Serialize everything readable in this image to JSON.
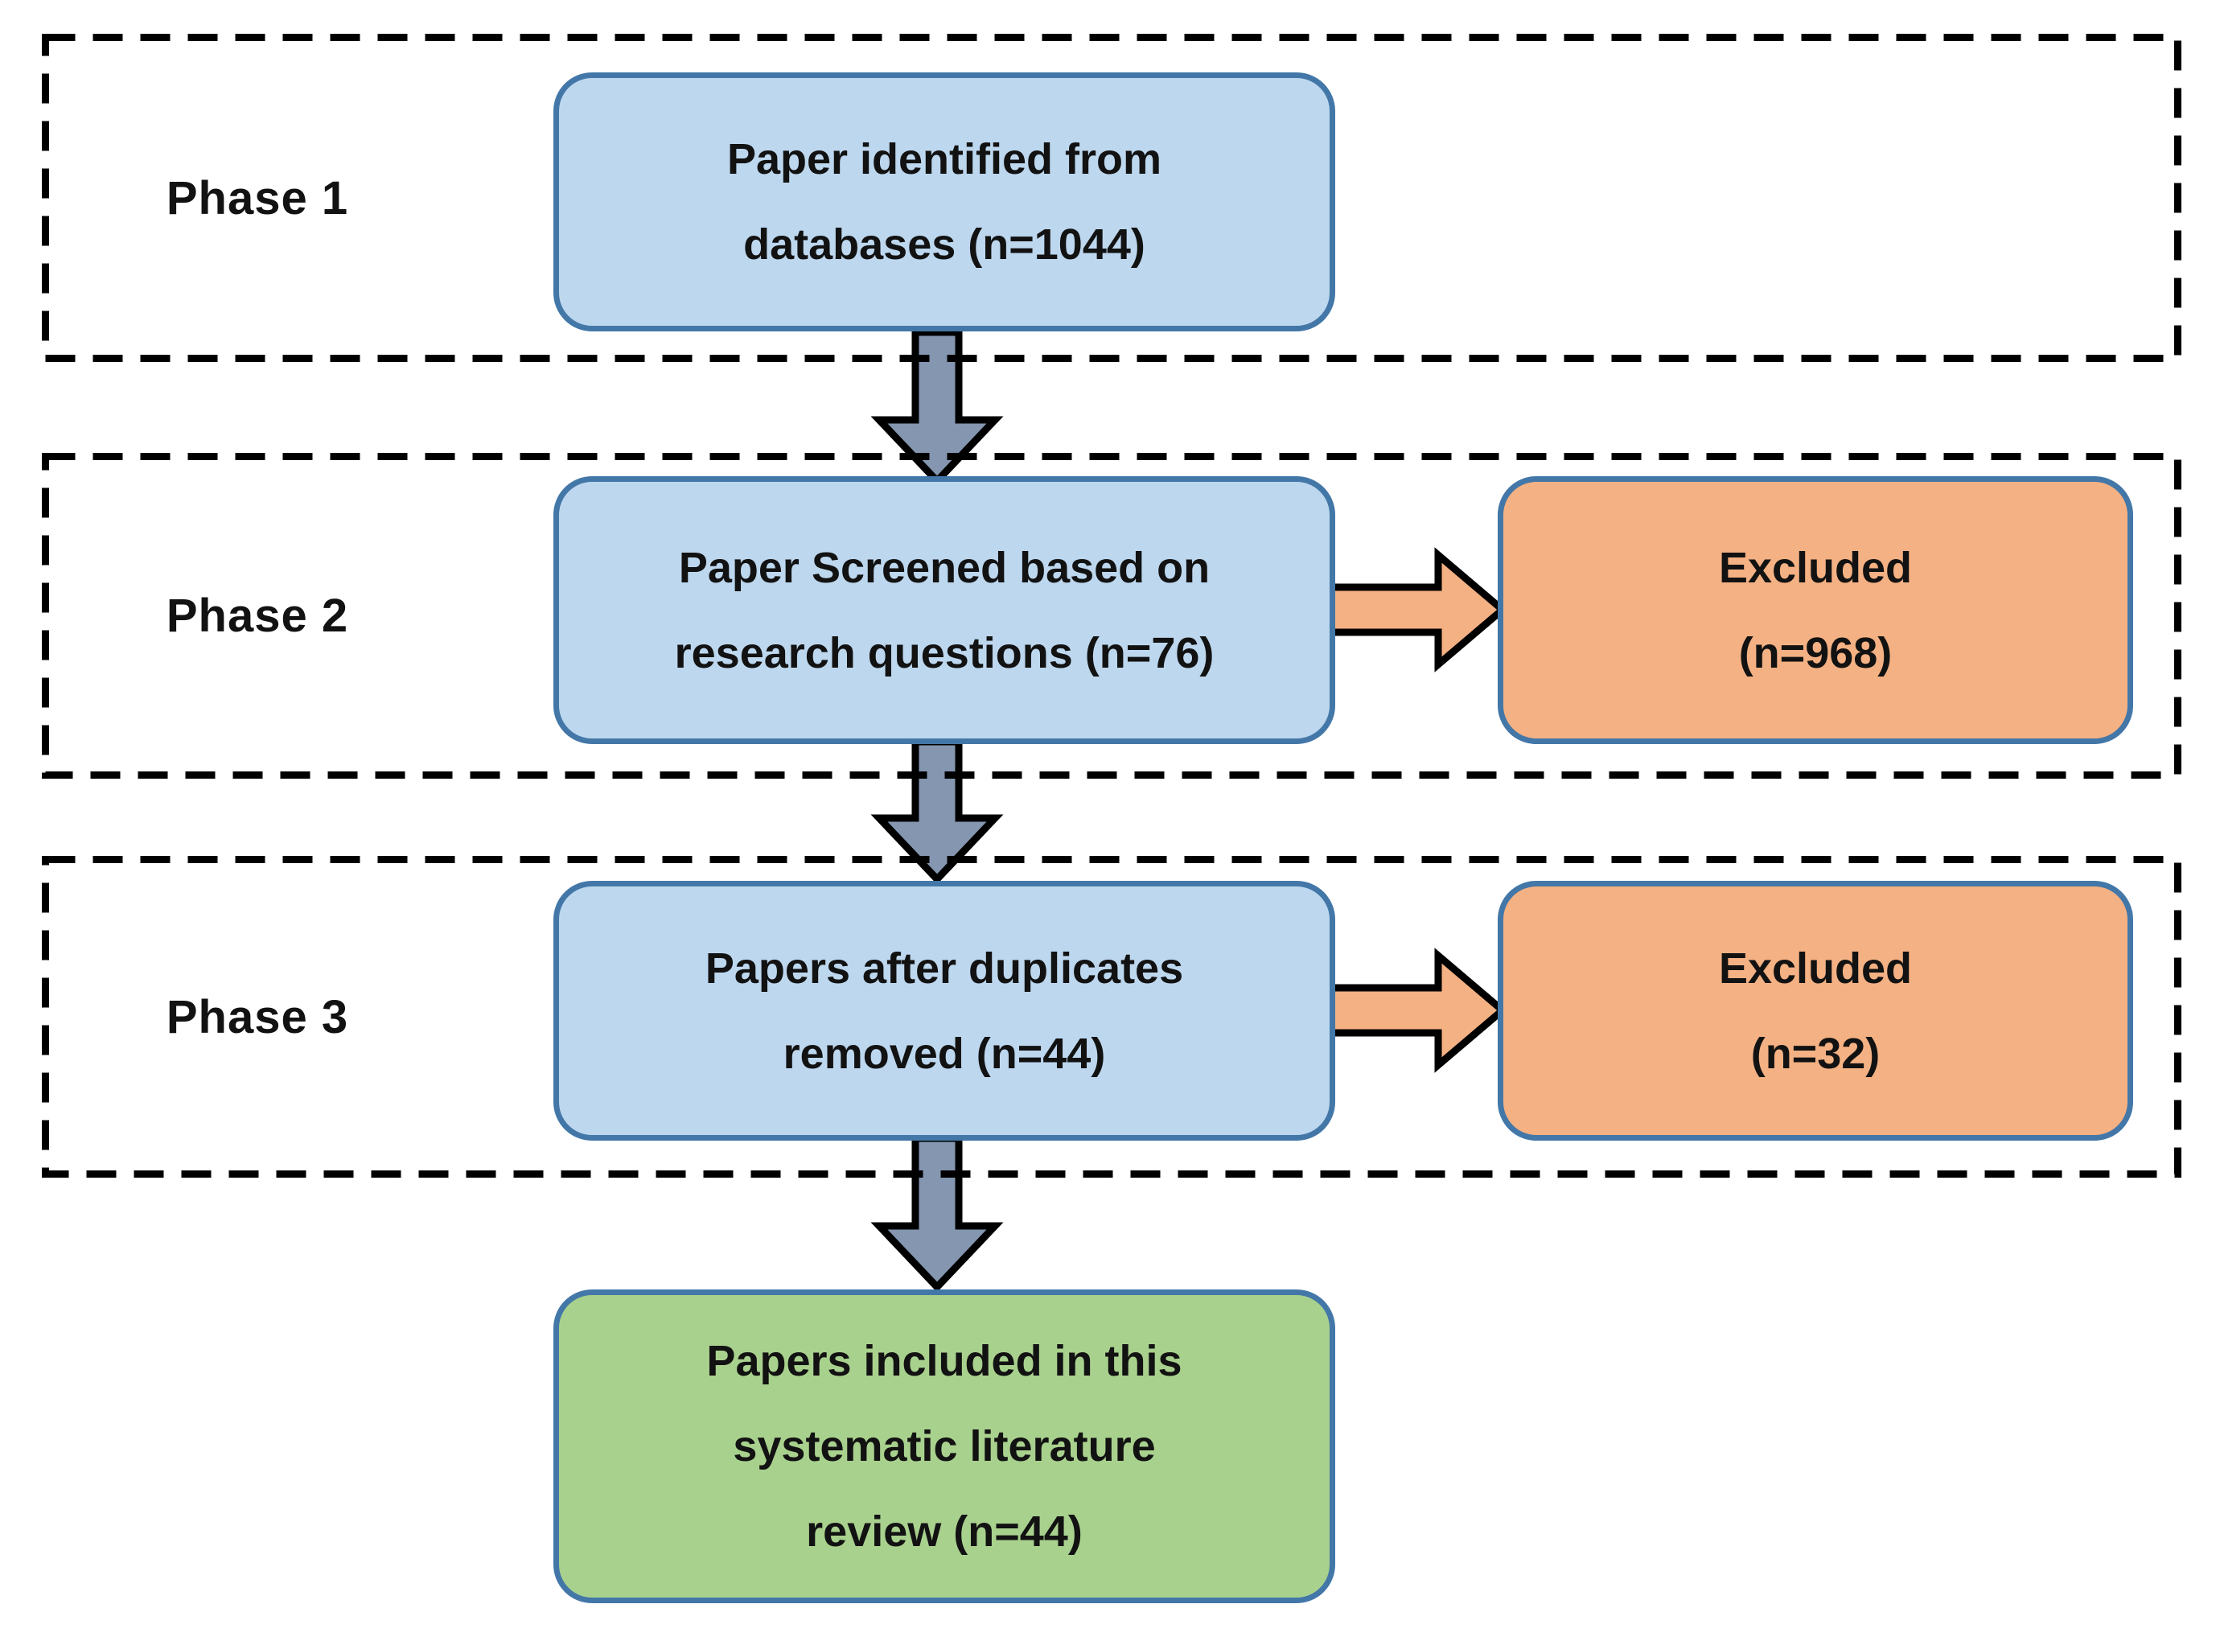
{
  "diagram": {
    "phases": [
      {
        "label": "Phase 1"
      },
      {
        "label": "Phase 2"
      },
      {
        "label": "Phase 3"
      }
    ],
    "boxes": {
      "identified": {
        "lines": [
          "Paper identified from",
          "databases (n=1044)"
        ],
        "count": 1044
      },
      "screened": {
        "lines": [
          "Paper Screened based on",
          "research questions (n=76)"
        ],
        "count": 76
      },
      "deduplicated": {
        "lines": [
          "Papers after duplicates",
          "removed (n=44)"
        ],
        "count": 44
      },
      "included": {
        "lines": [
          "Papers included in this",
          "systematic literature",
          "review (n=44)"
        ],
        "count": 44
      },
      "excluded_screening": {
        "lines": [
          "Excluded",
          "(n=968)"
        ],
        "count": 968
      },
      "excluded_duplicates": {
        "lines": [
          "Excluded",
          "(n=32)"
        ],
        "count": 32
      }
    },
    "arrows": [
      {
        "name": "identified-to-screened",
        "direction": "down"
      },
      {
        "name": "screened-to-deduplicated",
        "direction": "down"
      },
      {
        "name": "deduplicated-to-included",
        "direction": "down"
      },
      {
        "name": "screened-to-excluded",
        "direction": "right"
      },
      {
        "name": "deduplicated-to-excluded",
        "direction": "right"
      }
    ],
    "theme": {
      "background": "#FFFFFF",
      "text_color": "#121212",
      "process_fill": "#BDD7EE",
      "excluded_fill": "#F4B183",
      "included_fill": "#A9D18E",
      "box_border": "#4377A8",
      "down_arrow_fill": "#8496B0",
      "side_arrow_fill": "#F4B183",
      "arrow_outline": "#000000",
      "phase_border": "#000000"
    }
  }
}
